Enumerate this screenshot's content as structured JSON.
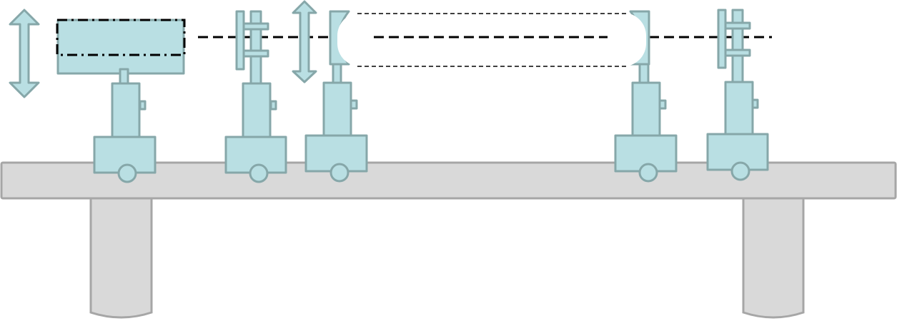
{
  "diagram": {
    "title": "",
    "colors": {
      "component_fill": "#b9dfe3",
      "component_stroke": "#86a7a9",
      "bench_fill": "#d9d9d9",
      "bench_stroke": "#a6a6a6",
      "beam": "#000000"
    },
    "components": [
      "laser-source",
      "lens-holder-1",
      "concave-mirror-1",
      "sample-cell",
      "concave-mirror-2",
      "lens-holder-2"
    ]
  }
}
